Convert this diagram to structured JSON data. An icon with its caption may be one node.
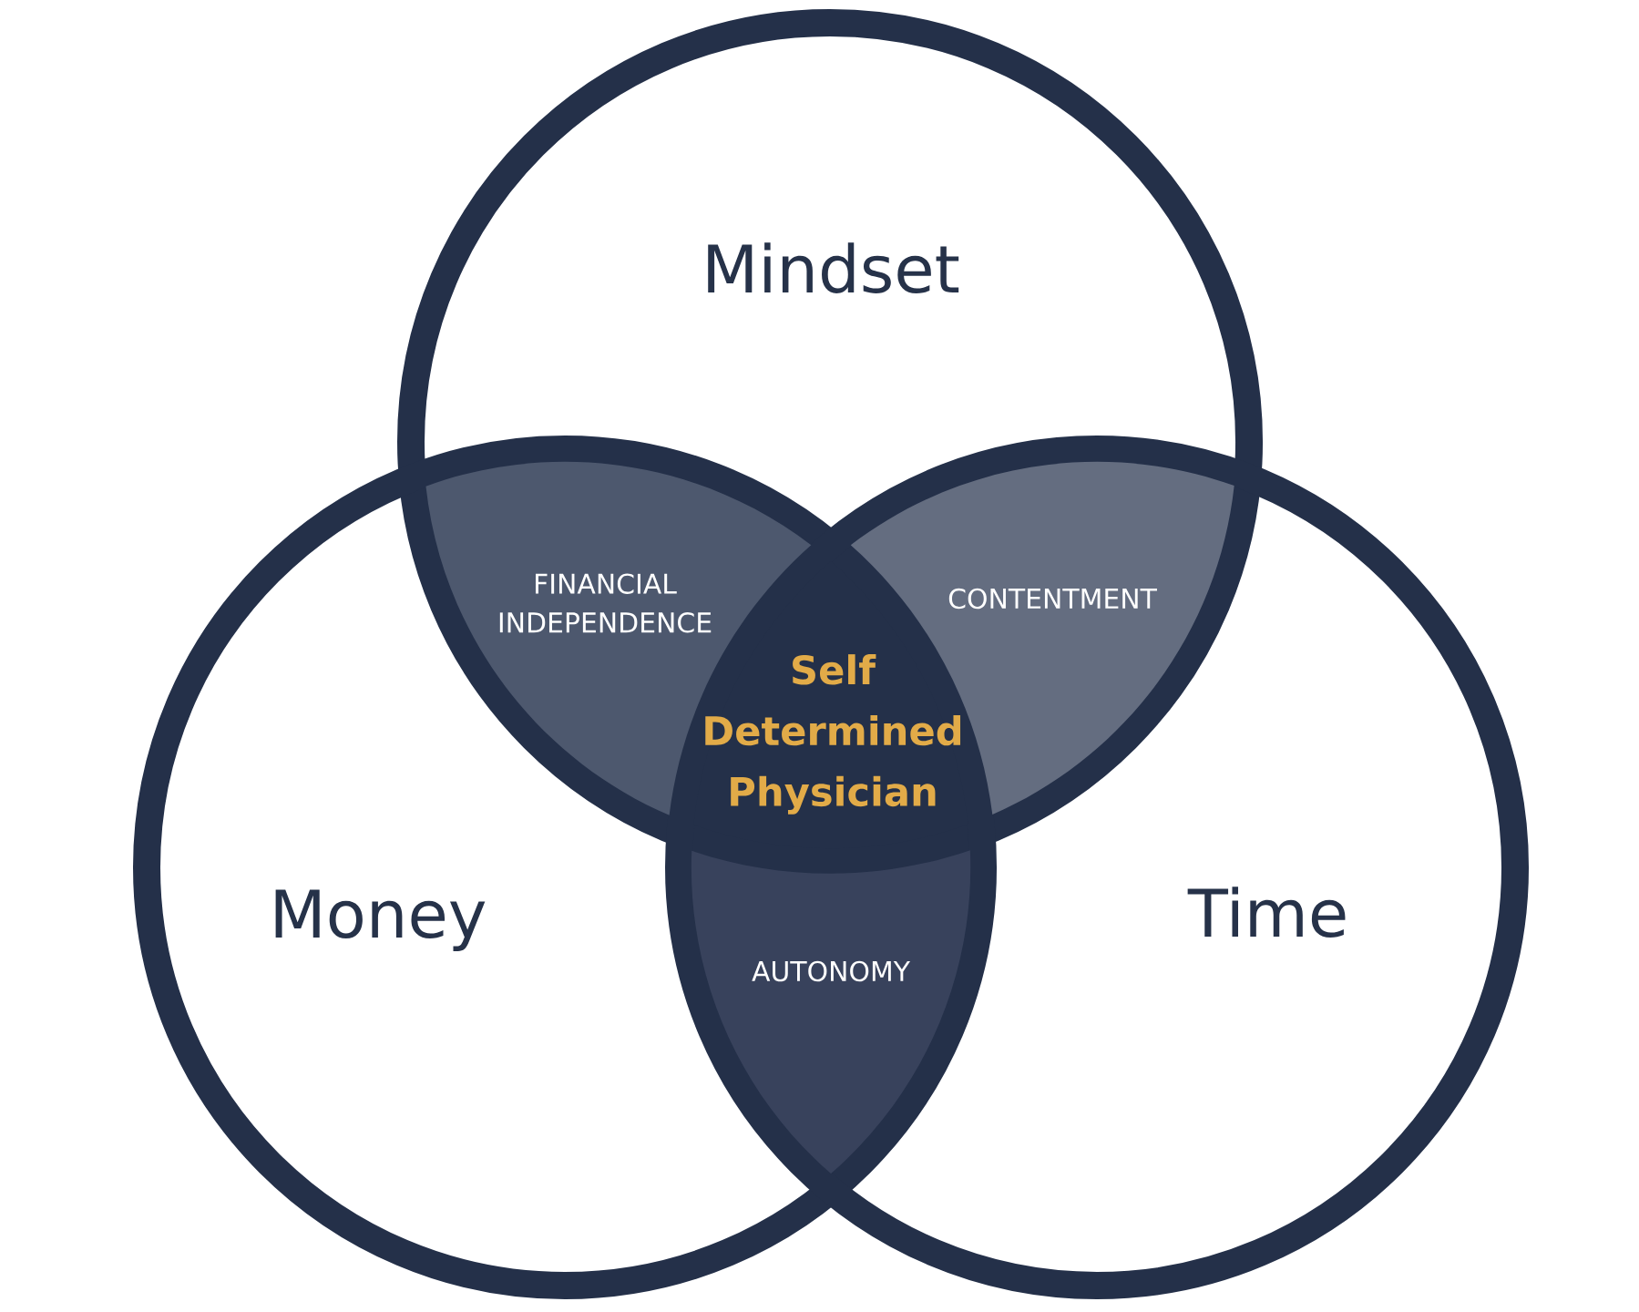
{
  "diagram": {
    "nodes": [
      {
        "text": [
          "Mindset"
        ]
      },
      {
        "text": [
          "Money"
        ]
      },
      {
        "text": [
          "Time"
        ]
      },
      {
        "text": [
          "FINANCIAL INDEPENDENCE"
        ]
      },
      {
        "text": [
          "CONTENTMENT"
        ]
      },
      {
        "text": [
          "Self Determined Physician"
        ]
      },
      {
        "text": [
          "AUTONOMY"
        ]
      }
    ]
  }
}
